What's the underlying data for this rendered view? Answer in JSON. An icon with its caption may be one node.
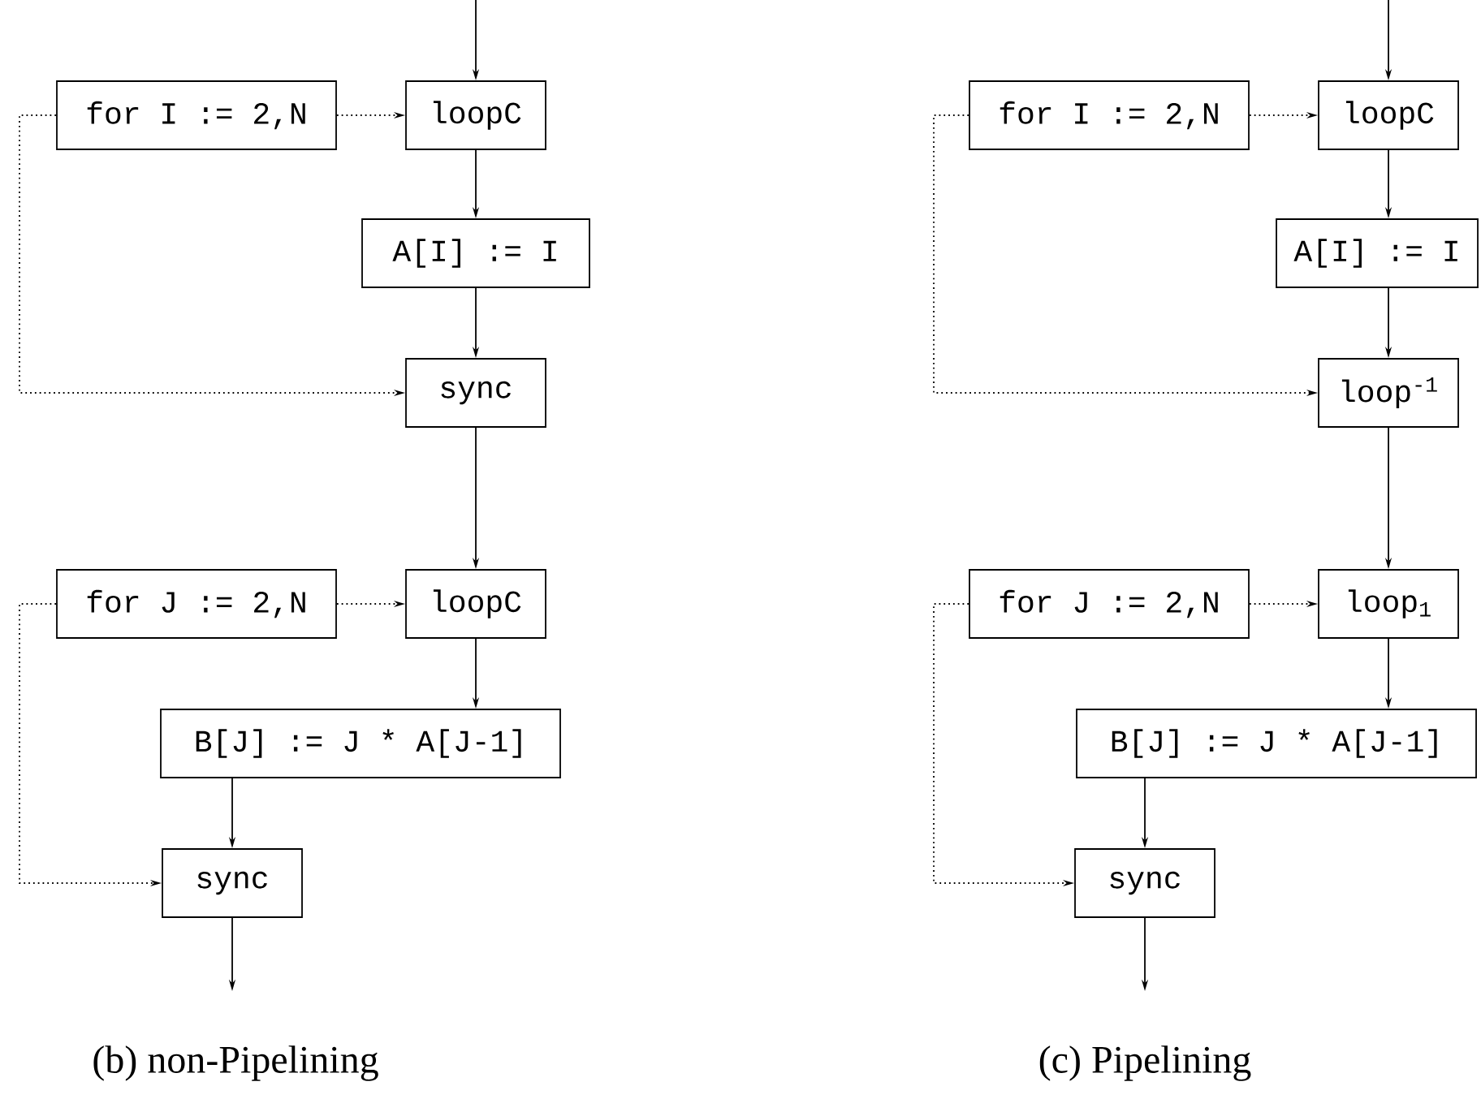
{
  "diagram": {
    "nodes": [
      {
        "text": [
          "for I := 2,N"
        ]
      },
      {
        "text": [
          "loopC"
        ]
      },
      {
        "text": [
          "A[I] := I"
        ]
      },
      {
        "text": [
          "sync"
        ]
      },
      {
        "text": [
          "for J := 2,N"
        ]
      },
      {
        "text": [
          "loopC"
        ]
      },
      {
        "text": [
          "B[J] := J * A[J-1]"
        ]
      },
      {
        "text": [
          "sync"
        ]
      },
      {
        "text": [
          "for I := 2,N"
        ]
      },
      {
        "text": [
          "loopC"
        ]
      },
      {
        "text": [
          "A[I] := I"
        ]
      },
      {
        "text": [
          "loop$^{-1}$"
        ]
      },
      {
        "text": [
          "for J := 2,N"
        ]
      },
      {
        "text": [
          "loop$_{1}$"
        ]
      },
      {
        "text": [
          "B[J] := J * A[J-1]"
        ]
      },
      {
        "text": [
          "sync"
        ]
      }
    ],
    "edges": [
      {
        "from": null,
        "to": 1,
        "arrow": "to"
      },
      {
        "from": 0,
        "to": 1,
        "arrow": "to",
        "style": "dashed"
      },
      {
        "from": 0,
        "to": 3,
        "arrow": "to",
        "style": "dashed"
      },
      {
        "from": 1,
        "to": 2,
        "arrow": "to"
      },
      {
        "from": 2,
        "to": 3,
        "arrow": "to"
      },
      {
        "from": 3,
        "to": 5,
        "arrow": "to"
      },
      {
        "from": 4,
        "to": 5,
        "arrow": "to",
        "style": "dashed"
      },
      {
        "from": 4,
        "to": 7,
        "arrow": "to",
        "style": "dashed"
      },
      {
        "from": 5,
        "to": 6,
        "arrow": "to"
      },
      {
        "from": 6,
        "to": 7,
        "arrow": "to"
      },
      {
        "from": 7,
        "to": null,
        "arrow": "to"
      },
      {
        "from": null,
        "to": 9,
        "arrow": "to"
      },
      {
        "from": 8,
        "to": 9,
        "arrow": "to",
        "style": "dashed"
      },
      {
        "from": 8,
        "to": 11,
        "arrow": "to",
        "style": "dashed"
      },
      {
        "from": 9,
        "to": 10,
        "arrow": "to"
      },
      {
        "from": 10,
        "to": 11,
        "arrow": "to"
      },
      {
        "from": 11,
        "to": 13,
        "arrow": "to"
      },
      {
        "from": 12,
        "to": 13,
        "arrow": "to",
        "style": "dashed"
      },
      {
        "from": 12,
        "to": 15,
        "arrow": "to",
        "style": "dashed"
      },
      {
        "from": 13,
        "to": 14,
        "arrow": "to"
      },
      {
        "from": 14,
        "to": 15,
        "arrow": "to"
      },
      {
        "from": 15,
        "to": null,
        "arrow": "to"
      }
    ],
    "labels": [
      "(b) non-Pipelining",
      "(c) Pipelining"
    ]
  }
}
